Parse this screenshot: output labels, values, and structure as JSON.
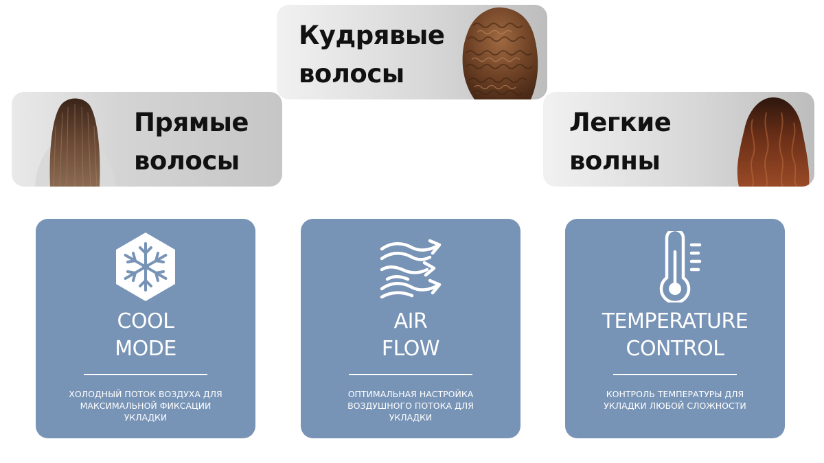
{
  "hair_types": {
    "curly": {
      "line1": "Кудрявые",
      "line2": "волосы",
      "icon": "curly-hair-photo"
    },
    "straight": {
      "line1": "Прямые",
      "line2": "волосы",
      "icon": "straight-hair-photo"
    },
    "waves": {
      "line1": "Легкие",
      "line2": "волны",
      "icon": "wavy-hair-photo"
    }
  },
  "features": {
    "cool": {
      "title_line1": "COOL",
      "title_line2": "MODE",
      "desc_line1": "холодный поток воздуха для",
      "desc_line2": "максимальной фиксации",
      "desc_line3": "укладки",
      "icon": "snowflake-icon"
    },
    "air": {
      "title_line1": "AIR",
      "title_line2": "FLOW",
      "desc_line1": "оптимальная настройка",
      "desc_line2": "воздушного потока для",
      "desc_line3": "укладки",
      "icon": "air-flow-icon"
    },
    "temp": {
      "title_line1": "TEMPERATURE",
      "title_line2": "CONTROL",
      "desc_line1": "контроль температуры для",
      "desc_line2": "укладки любой сложности",
      "icon": "thermometer-icon"
    }
  },
  "colors": {
    "card_background": "#7793b6",
    "pill_background": "#d8d8d8",
    "text_dark": "#111111",
    "text_light": "#ffffff"
  }
}
